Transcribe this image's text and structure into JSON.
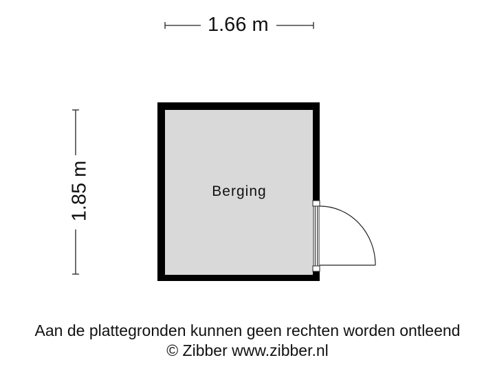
{
  "dimensions": {
    "width_label": "1.66 m",
    "height_label": "1.85 m"
  },
  "room": {
    "name": "Berging",
    "fill_color": "#d9d9d9",
    "wall_color": "#000000"
  },
  "footer": {
    "disclaimer": "Aan de plattegronden kunnen geen rechten worden ontleend",
    "copyright": "© Zibber www.zibber.nl"
  }
}
